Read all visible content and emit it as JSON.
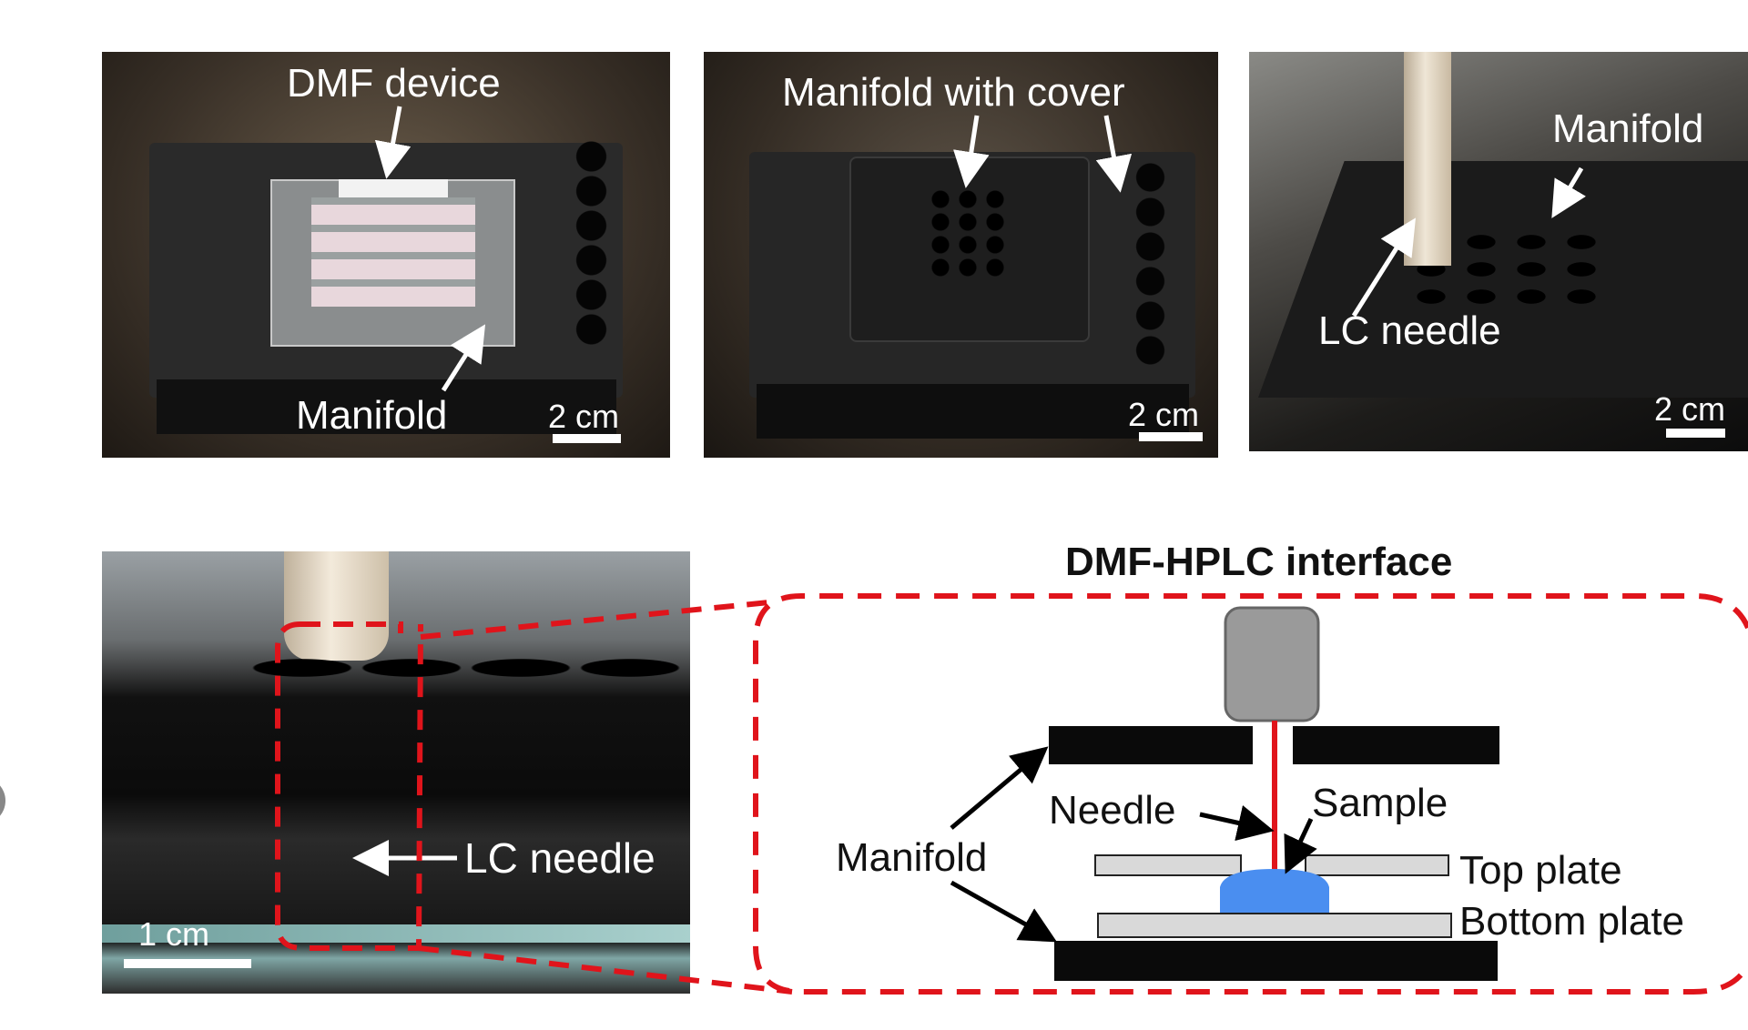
{
  "panels": {
    "p1": {
      "label_top": "DMF device",
      "label_bottom": "Manifold",
      "scale": "2 cm"
    },
    "p2": {
      "label_top": "Manifold with cover",
      "scale": "2 cm"
    },
    "p3": {
      "label_manifold": "Manifold",
      "label_needle": "LC needle",
      "scale": "2 cm"
    },
    "p4": {
      "label_needle": "LC needle",
      "scale": "1 cm"
    }
  },
  "diagram": {
    "title": "DMF-HPLC interface",
    "labels": {
      "manifold": "Manifold",
      "needle": "Needle",
      "sample": "Sample",
      "top_plate": "Top plate",
      "bottom_plate": "Bottom plate"
    }
  },
  "colors": {
    "dashed_outline": "#e0141b",
    "needle": "#e0141b",
    "sample": "#4a8ef0",
    "needle_holder": "#9a9a9a",
    "plate": "#d9d9d9",
    "manifold": "#0a0a0a"
  }
}
